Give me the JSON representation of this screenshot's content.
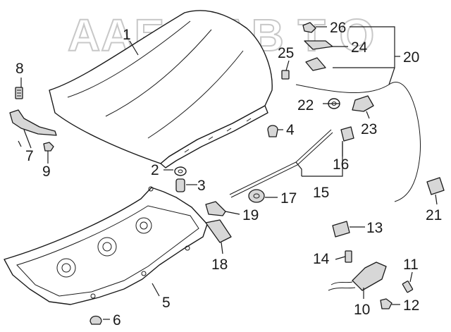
{
  "watermark": "AAE T AB T O",
  "callouts": [
    "1",
    "2",
    "3",
    "4",
    "5",
    "6",
    "7",
    "8",
    "9",
    "10",
    "11",
    "12",
    "13",
    "14",
    "15",
    "16",
    "17",
    "18",
    "19",
    "20",
    "21",
    "22",
    "23",
    "24",
    "25",
    "26"
  ],
  "colors": {
    "line": "#1a1a1a",
    "part_fill": "#ffffff",
    "shade": "#d7d7d7",
    "watermark": "#c8c8c8"
  }
}
